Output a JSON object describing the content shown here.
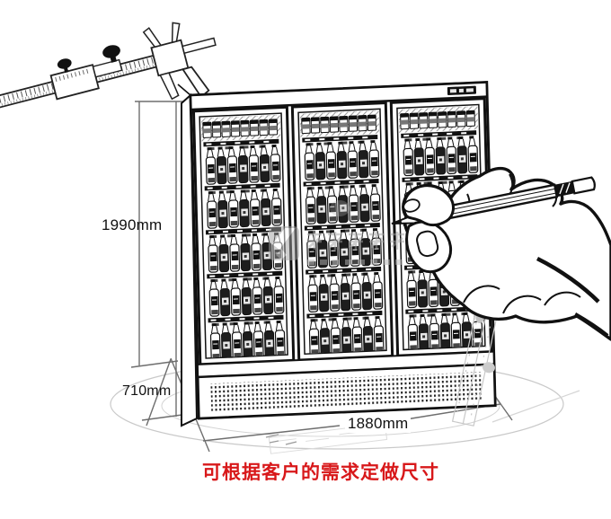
{
  "illustration": {
    "dimension_labels": {
      "height": "1990mm",
      "depth": "710mm",
      "width": "1880mm"
    },
    "caption": "可根据客户的需求定做尺寸",
    "cooler": {
      "door_count": 3,
      "shelf_rows_per_door": 6
    },
    "colors": {
      "caption_red": "#d8181a",
      "line_ink": "#1a1a1a",
      "dimension_gray": "#6e6e6e",
      "sketch_gray": "#c9c9c9",
      "watermark_gray": "#a0a0a0"
    }
  }
}
